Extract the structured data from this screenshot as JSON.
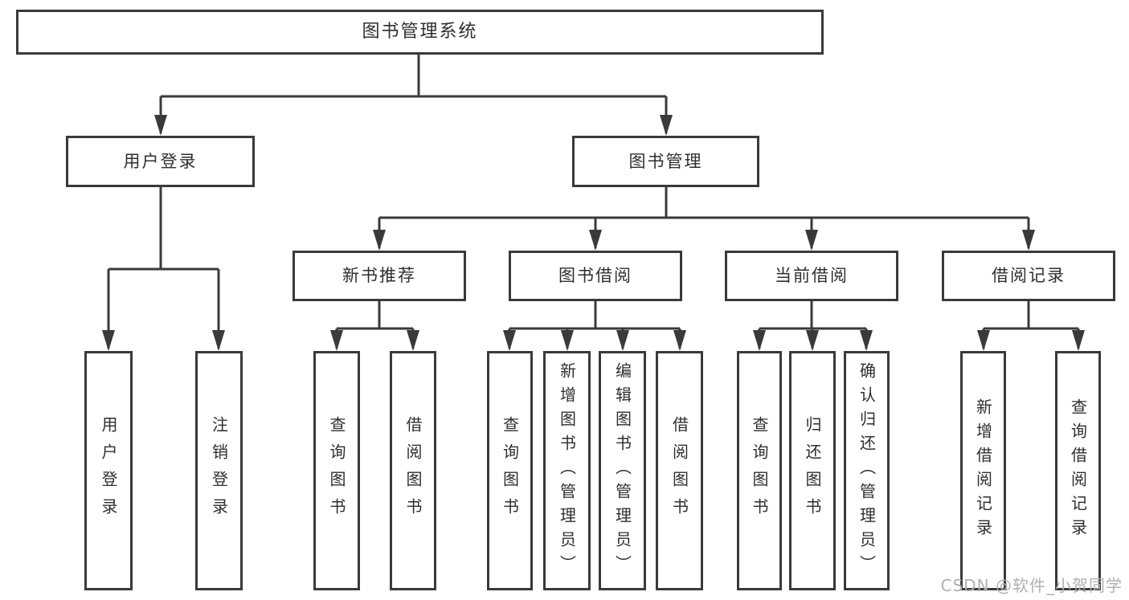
{
  "diagram": {
    "title_node": {
      "label": "图书管理系统"
    },
    "level2": {
      "user_login": {
        "label": "用户登录"
      },
      "book_mgmt": {
        "label": "图书管理"
      }
    },
    "level3": {
      "new_book_rec": {
        "label": "新书推荐"
      },
      "book_borrow": {
        "label": "图书借阅"
      },
      "current_borrow": {
        "label": "当前借阅"
      },
      "borrow_record": {
        "label": "借阅记录"
      }
    },
    "leaves": {
      "user_login": {
        "label": "用户登录"
      },
      "logout": {
        "label": "注销登录"
      },
      "nb_query_book": {
        "label": "查询图书"
      },
      "nb_borrow_book": {
        "label": "借阅图书"
      },
      "bb_query_book": {
        "label": "查询图书"
      },
      "bb_add_book": {
        "label": "新增图书（管理员）"
      },
      "bb_edit_book": {
        "label": "编辑图书（管理员）"
      },
      "bb_borrow_book": {
        "label": "借阅图书"
      },
      "cb_query_book": {
        "label": "查询图书"
      },
      "cb_return_book": {
        "label": "归还图书"
      },
      "cb_confirm_ret": {
        "label": "确认归还（管理员）"
      },
      "br_add_record": {
        "label": "新增借阅记录"
      },
      "br_query_record": {
        "label": "查询借阅记录"
      }
    }
  },
  "watermark": {
    "text": "CSDN @软件_小贺同学"
  },
  "colors": {
    "line": "#3a3a3a",
    "text": "#2f2f2f",
    "watermark": "#b0b0b0",
    "background": "#ffffff"
  }
}
